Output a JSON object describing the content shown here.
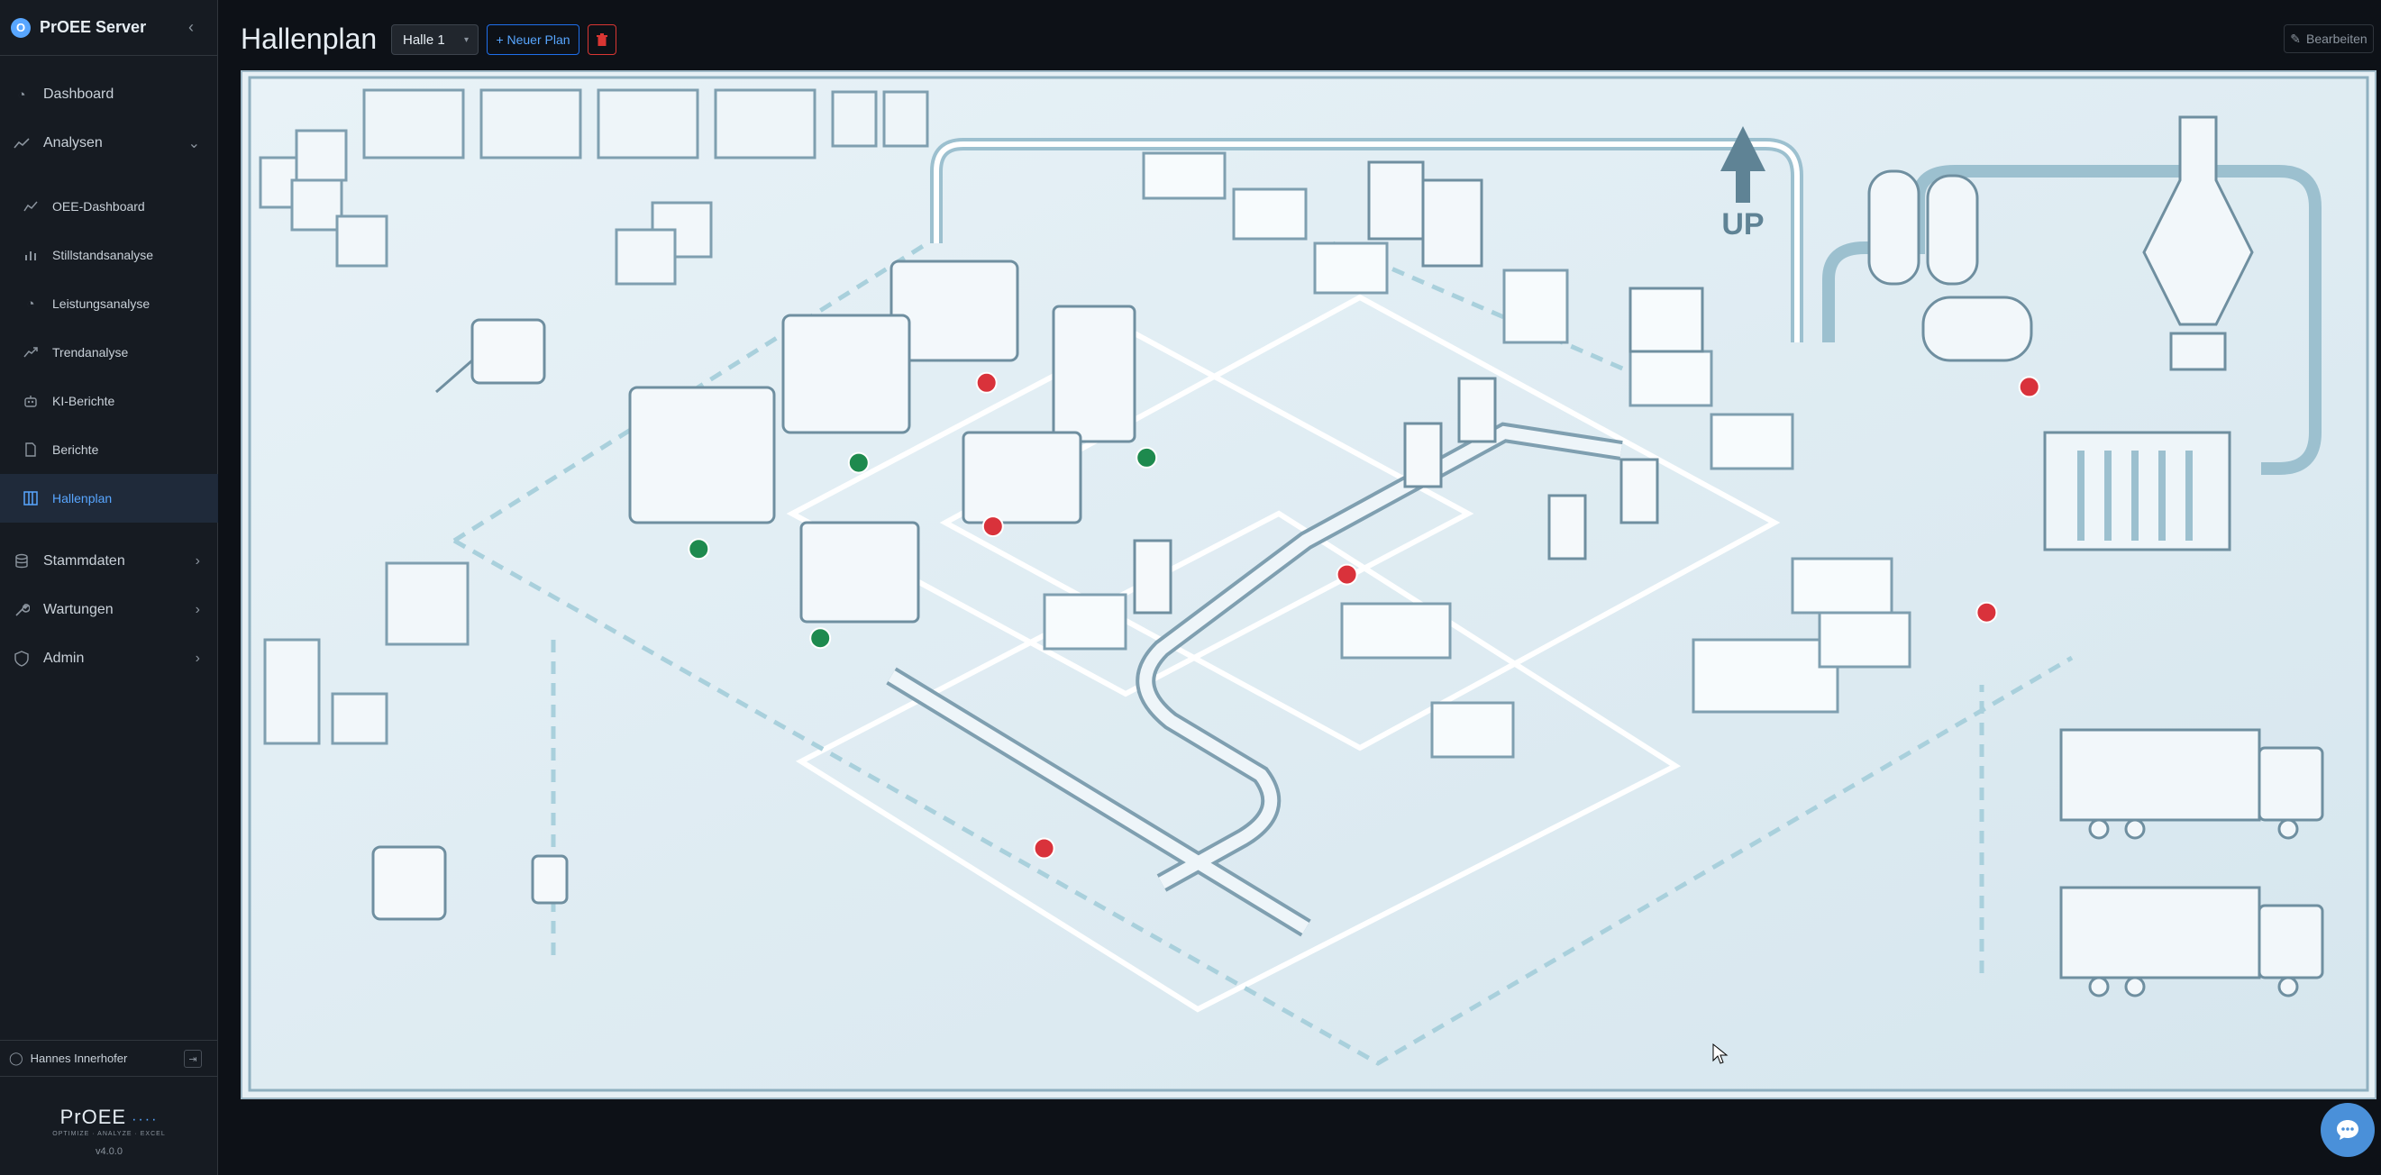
{
  "app": {
    "title": "PrOEE Server",
    "brand_letter": "O",
    "collapse_symbol": "‹"
  },
  "sidebar": {
    "items": [
      {
        "label": "Dashboard",
        "icon": "gauge-icon"
      },
      {
        "label": "Analysen",
        "icon": "line-chart-icon",
        "expanded": true
      },
      {
        "label": "OEE-Dashboard",
        "icon": "line-chart-icon",
        "sub": true
      },
      {
        "label": "Stillstandsanalyse",
        "icon": "bar-chart-icon",
        "sub": true
      },
      {
        "label": "Leistungsanalyse",
        "icon": "gauge-icon",
        "sub": true
      },
      {
        "label": "Trendanalyse",
        "icon": "trend-icon",
        "sub": true
      },
      {
        "label": "KI-Berichte",
        "icon": "robot-icon",
        "sub": true
      },
      {
        "label": "Berichte",
        "icon": "file-icon",
        "sub": true
      },
      {
        "label": "Hallenplan",
        "icon": "layout-icon",
        "sub": true,
        "active": true
      },
      {
        "label": "Stammdaten",
        "icon": "database-icon"
      },
      {
        "label": "Wartungen",
        "icon": "wrench-icon"
      },
      {
        "label": "Admin",
        "icon": "shield-icon"
      }
    ],
    "user": "Hannes Innerhofer",
    "footer_logo": "PrOEE",
    "footer_tagline": "OPTIMIZE · ANALYZE · EXCEL",
    "version": "v4.0.0"
  },
  "header": {
    "title": "Hallenplan",
    "hall_select_value": "Halle 1",
    "new_plan_label": "+ Neuer Plan",
    "edit_label": "Bearbeiten"
  },
  "plan": {
    "up_label": "UP",
    "status_colors": {
      "ok": "#1e8a4e",
      "error": "#d9323b"
    },
    "markers": [
      {
        "id": "m1",
        "status": "error",
        "cx": 0.349,
        "cy": 0.303
      },
      {
        "id": "m2",
        "status": "ok",
        "cx": 0.289,
        "cy": 0.381
      },
      {
        "id": "m3",
        "status": "ok",
        "cx": 0.424,
        "cy": 0.376
      },
      {
        "id": "m4",
        "status": "error",
        "cx": 0.352,
        "cy": 0.443
      },
      {
        "id": "m5",
        "status": "ok",
        "cx": 0.214,
        "cy": 0.465
      },
      {
        "id": "m6",
        "status": "ok",
        "cx": 0.271,
        "cy": 0.552
      },
      {
        "id": "m7",
        "status": "error",
        "cx": 0.518,
        "cy": 0.49
      },
      {
        "id": "m8",
        "status": "error",
        "cx": 0.376,
        "cy": 0.757
      },
      {
        "id": "m9",
        "status": "error",
        "cx": 0.838,
        "cy": 0.307
      },
      {
        "id": "m10",
        "status": "error",
        "cx": 0.818,
        "cy": 0.527
      }
    ]
  }
}
